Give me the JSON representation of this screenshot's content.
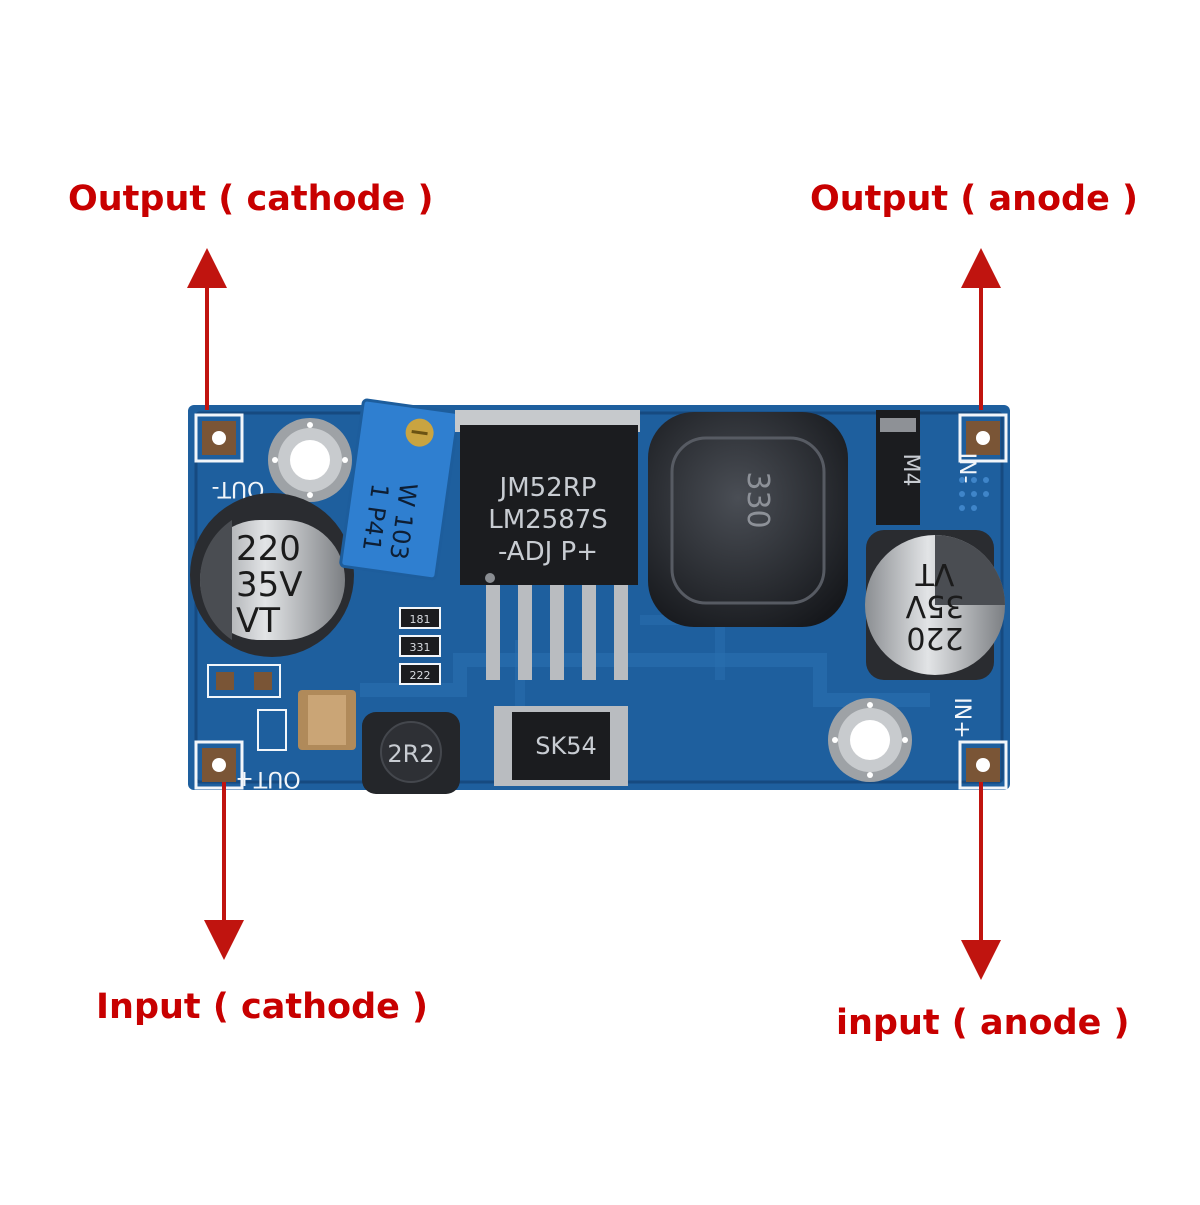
{
  "colors": {
    "label": "#c80000",
    "arrow": "#c0140f",
    "board": "#1e5f9e",
    "board_dark": "#164a80",
    "silkscreen": "#f2f6fa",
    "pad": "#7a5536",
    "metal": "#b9bcc0"
  },
  "labels": {
    "output_cathode": "Output ( cathode )",
    "output_anode": "Output ( anode )",
    "input_cathode": "Input ( cathode )",
    "input_anode": "input ( anode )"
  },
  "board": {
    "silk_out_minus": "OUT-",
    "silk_out_plus": "OUT+",
    "silk_in_minus": "IN-",
    "silk_in_plus": "IN+",
    "potentiometer": {
      "line1": "W 103",
      "line2": "1 P41"
    },
    "regulator": {
      "line1": "JM52RP",
      "line2": "LM2587S",
      "line3": "-ADJ P+"
    },
    "inductor_main": "330",
    "inductor_small": "2R2",
    "diode_small": "M4",
    "diode_large": "SK54",
    "cap_left": {
      "line1": "220",
      "line2": "35V",
      "line3": "VT"
    },
    "cap_right": {
      "line1": "220",
      "line2": "35V",
      "line3": "VT"
    },
    "resistors": [
      "181",
      "331",
      "222"
    ]
  }
}
